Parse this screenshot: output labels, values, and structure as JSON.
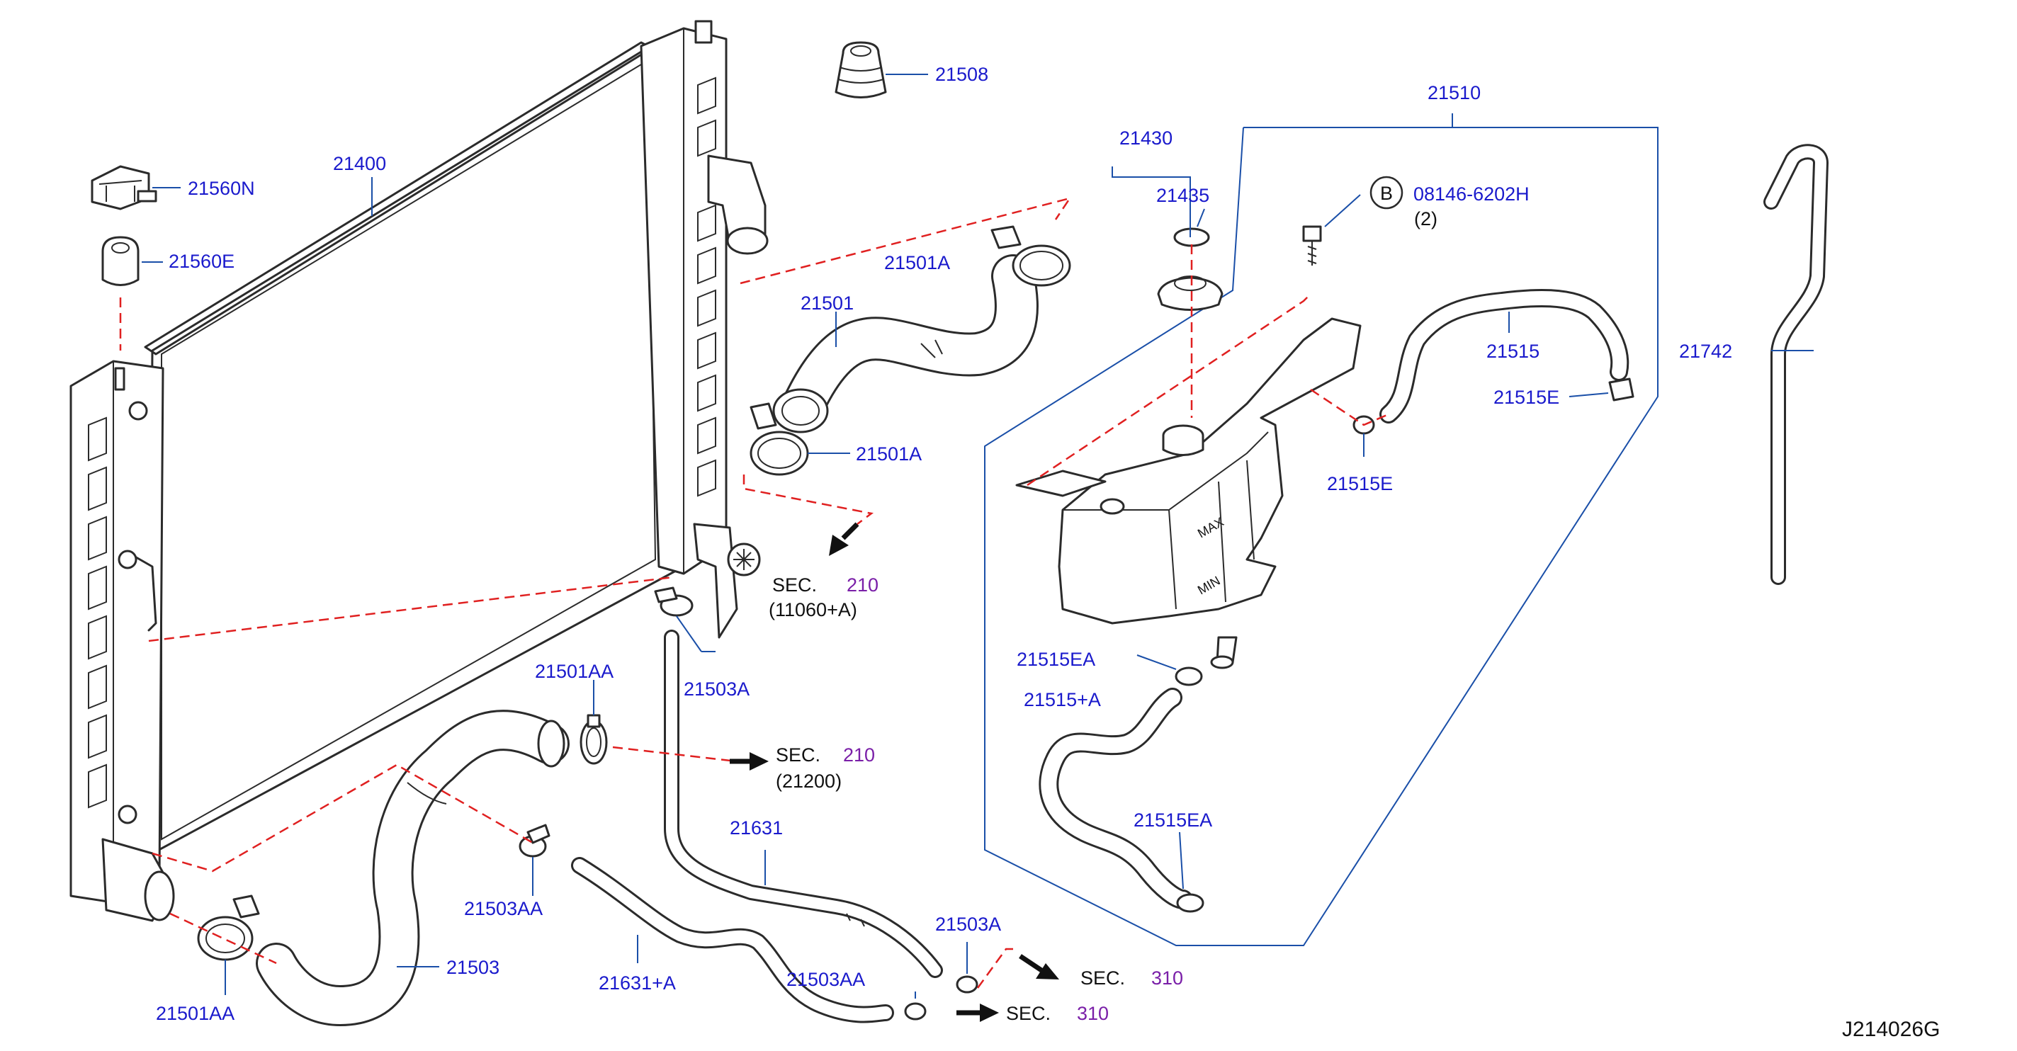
{
  "diagram_code": "J214026G",
  "part_labels": {
    "p21400": "21400",
    "p21560N": "21560N",
    "p21560E": "21560E",
    "p21508": "21508",
    "p21501A_top": "21501A",
    "p21501": "21501",
    "p21501A_bottom": "21501A",
    "p21503A_mid": "21503A",
    "p21501AA_top": "21501AA",
    "p21503AA_left": "21503AA",
    "p21503": "21503",
    "p21501AA_bottom": "21501AA",
    "p21631": "21631",
    "p21631A": "21631+A",
    "p21503AA_bottom": "21503AA",
    "p21503A_bottom": "21503A",
    "p21430": "21430",
    "p21435": "21435",
    "p21510": "21510",
    "bolt_code": "08146-6202H",
    "bolt_qty": "(2)",
    "bolt_marker": "B",
    "p21515": "21515",
    "p21515E_right": "21515E",
    "p21515E_mid": "21515E",
    "p21515EA_top": "21515EA",
    "p21515A": "21515+A",
    "p21515EA_bottom": "21515EA",
    "p21742": "21742"
  },
  "section_refs": [
    {
      "sec": "SEC.",
      "num": "210",
      "sub": "(11060+A)"
    },
    {
      "sec": "SEC.",
      "num": "210",
      "sub": "(21200)"
    },
    {
      "sec": "SEC.",
      "num": "310",
      "sub": ""
    },
    {
      "sec": "SEC.",
      "num": "310",
      "sub": ""
    }
  ],
  "tank_marks": {
    "max": "MAX",
    "min": "MIN"
  },
  "colors": {
    "label_blue": "#1a1acc",
    "section_purple": "#7a1fa8",
    "dashed_red": "#e02020",
    "leader_blue": "#1a4fa8"
  }
}
